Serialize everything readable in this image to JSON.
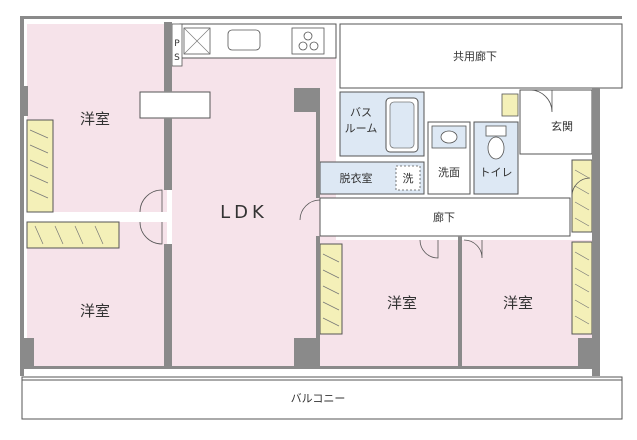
{
  "rooms": {
    "western_1": "洋室",
    "western_2": "洋室",
    "western_3": "洋室",
    "western_4": "洋室",
    "ldk": "LDK",
    "bathroom_line1": "バス",
    "bathroom_line2": "ルーム",
    "dressing_room": "脱衣室",
    "washer_mark": "洗",
    "washroom": "洗面",
    "toilet": "トイレ",
    "entrance": "玄関",
    "hallway": "廊下",
    "common_corridor": "共用廊下",
    "balcony": "バルコニー",
    "pipe_space": "PS"
  },
  "colors": {
    "room_fill": "#f6e3ea",
    "wet_fill": "#dde8f4",
    "wall": "#8a8a8a",
    "line": "#555555"
  }
}
